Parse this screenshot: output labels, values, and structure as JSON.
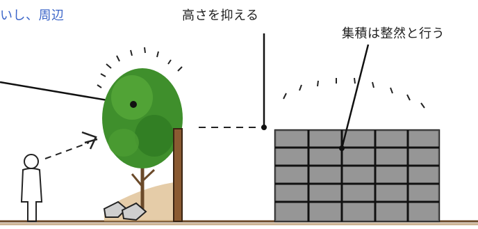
{
  "labels": {
    "top_left": "いし、周辺",
    "height_note": "高さを抑える",
    "stack_note": "集積は整然と行う"
  },
  "colors": {
    "accent_text": "#3a64c8",
    "ink": "#1f1f1f",
    "tree_green": "#3f8f2c",
    "container_gray": "#8c8c8c",
    "ground": "#c8a06a",
    "wall_brown": "#7a4a2a"
  }
}
